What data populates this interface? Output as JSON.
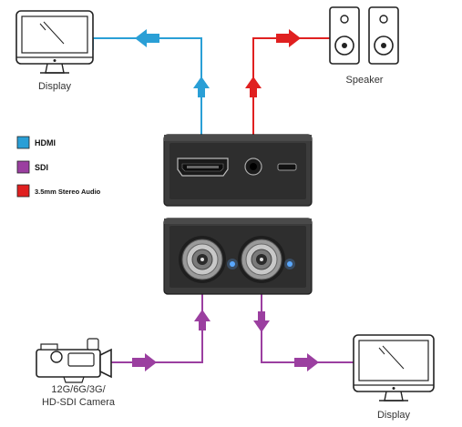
{
  "labels": {
    "display_top": "Display",
    "speaker": "Speaker",
    "camera_line1": "12G/6G/3G/",
    "camera_line2": "HD-SDI Camera",
    "display_bottom": "Display"
  },
  "legend": [
    {
      "label": "HDMI",
      "color": "#2a9fd6"
    },
    {
      "label": "SDI",
      "color": "#9b3fa0"
    },
    {
      "label": "3.5mm Stereo Audio",
      "color": "#e02020"
    }
  ],
  "colors": {
    "hdmi": "#2a9fd6",
    "sdi": "#9b3fa0",
    "audio": "#e02020",
    "device_body": "#3a3a3a",
    "device_face": "#2b2b2b",
    "outline": "#222222"
  },
  "icons": {
    "display_top": "monitor-icon",
    "speaker": "speaker-pair-icon",
    "camera": "video-camera-icon",
    "display_bottom": "monitor-icon"
  }
}
